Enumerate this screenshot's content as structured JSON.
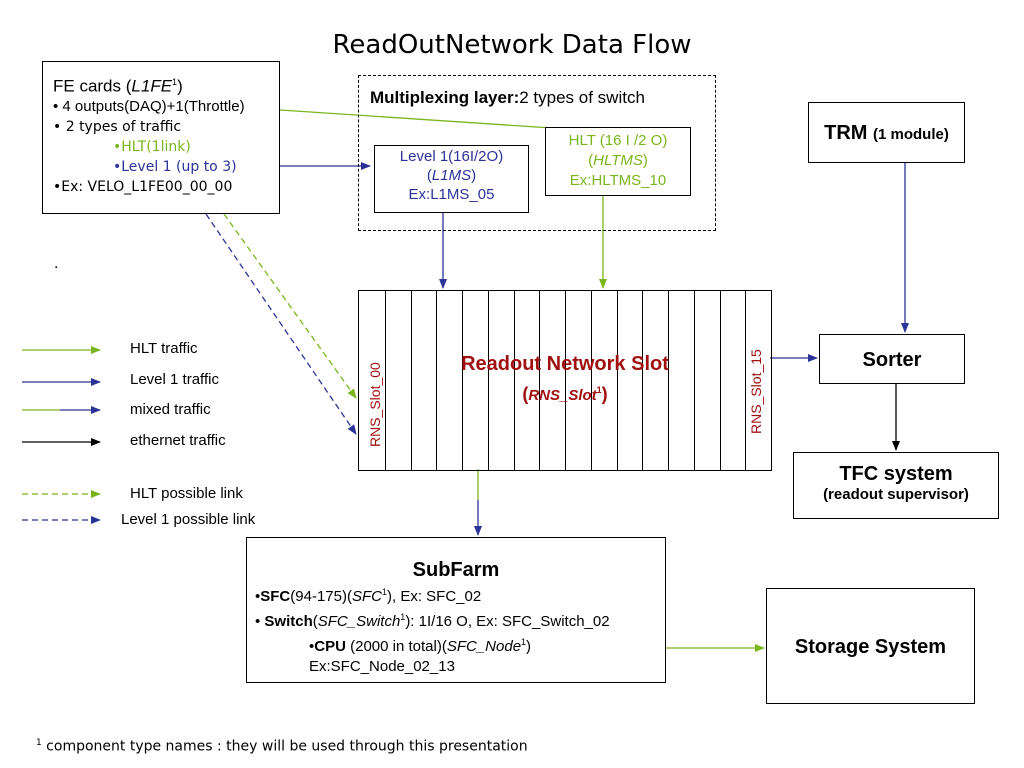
{
  "title": "ReadOutNetwork Data Flow",
  "fe_cards": {
    "heading": "FE cards (",
    "heading_italic": "L1FE",
    "heading_sup": "1",
    "heading_close": ")",
    "line1": "• 4 outputs(DAQ)+1(Throttle)",
    "line2": "• 2 types of traffic",
    "line3": "•HLT(1link)",
    "line4": "•Level 1 (up to 3)",
    "line5": "•Ex: VELO_L1FE00_00_00"
  },
  "mux": {
    "title_bold": "Multiplexing layer:",
    "title_rest": "2 types of switch"
  },
  "l1ms": {
    "line1": "Level 1(16I/2O)",
    "line2_open": "(",
    "line2_italic": "L1MS",
    "line2_close": ")",
    "line3": "Ex:L1MS_05"
  },
  "hltms": {
    "line1": "HLT (16 I /2 O)",
    "line2_open": "(",
    "line2_italic": "HLTMS",
    "line2_close": ")",
    "line3": "Ex:HLTMS_10"
  },
  "trm": {
    "bold": "TRM",
    "small": "(1 module)"
  },
  "sorter": {
    "label": "Sorter"
  },
  "tfc": {
    "line1": "TFC system",
    "line2": "(readout supervisor)"
  },
  "rns": {
    "title": "Readout Network Slot",
    "sub_open": "(",
    "sub_italic": "RNS_Slot",
    "sub_sup": "1",
    "sub_close": ")",
    "slot_first": "RNS_Slot_00",
    "slot_last": "RNS_Slot_15",
    "slot_count": 16
  },
  "subfarm": {
    "title": "SubFarm",
    "l1_bold": "SFC",
    "l1_rest_a": "(94-175)(",
    "l1_italic": "SFC",
    "l1_sup": "1",
    "l1_rest_b": "), Ex: SFC_02",
    "l2_bold": "Switch",
    "l2_open": "(",
    "l2_italic": "SFC_Switch",
    "l2_sup": "1",
    "l2_rest": "): 1I/16 O, Ex: SFC_Switch_02",
    "l3_bold": "CPU",
    "l3_rest_a": " (2000 in total)(",
    "l3_italic": "SFC_Node",
    "l3_sup": "1",
    "l3_rest_b": ")",
    "l4": "Ex:SFC_Node_02_13"
  },
  "storage": {
    "label": "Storage System"
  },
  "legend": {
    "hlt": "HLT traffic",
    "level1": "Level 1 traffic",
    "mixed": "mixed traffic",
    "ethernet": "ethernet traffic",
    "hlt_possible": "HLT possible link",
    "level1_possible": "Level 1 possible link"
  },
  "colors": {
    "green": "#7ab51d",
    "blue": "#2b3399",
    "red": "#a01010",
    "black": "#000000"
  },
  "stray_dot": ".",
  "footnote": {
    "sup": "1",
    "text": " component type names : they will be used through this presentation"
  }
}
